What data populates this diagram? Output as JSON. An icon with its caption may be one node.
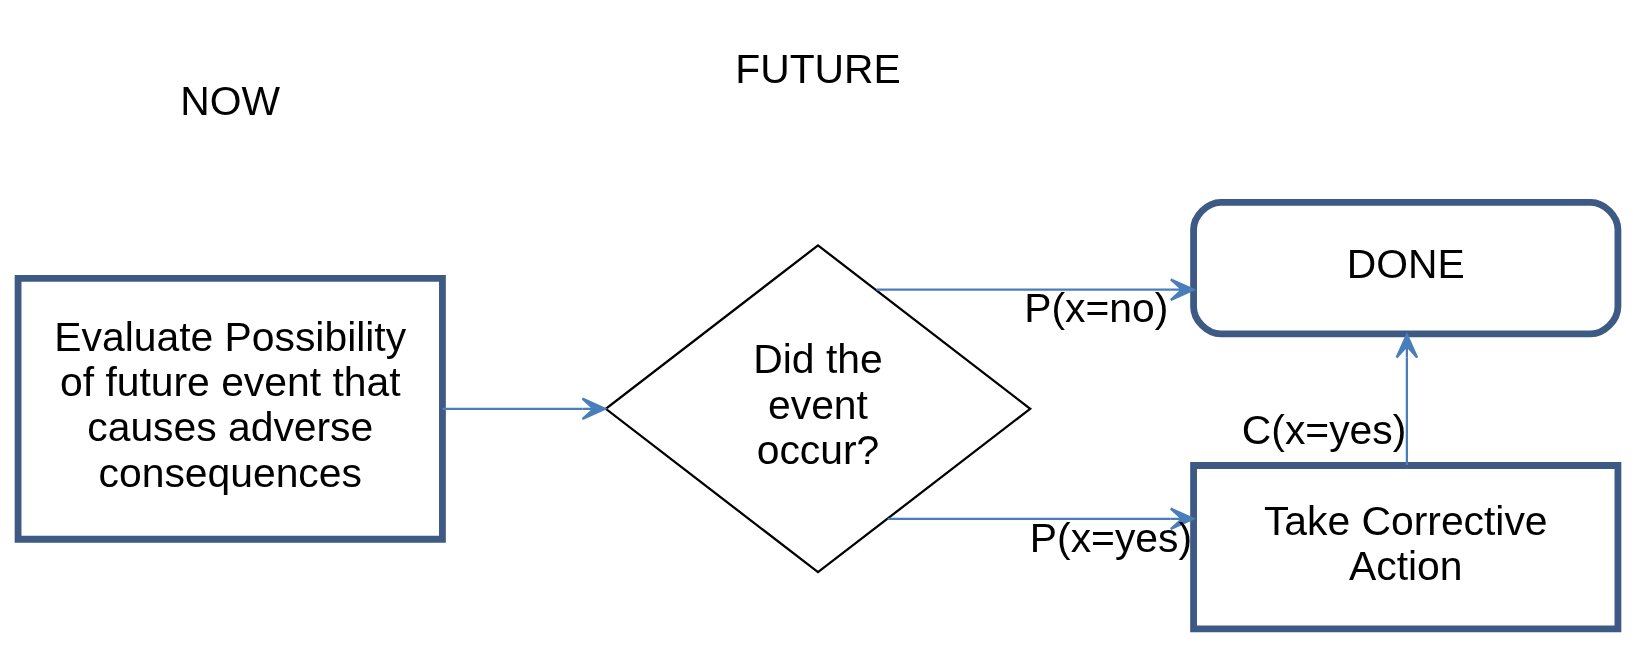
{
  "diagram": {
    "nodes": [
      {
        "text": [
          "Evaluate Possibility of future event that causes adverse consequences"
        ]
      },
      {
        "text": [
          "Did the event occur?"
        ]
      },
      {
        "text": [
          "DONE"
        ]
      },
      {
        "text": [
          "Take Corrective Action"
        ]
      }
    ],
    "edges": [
      {
        "from": 0,
        "to": 1,
        "arrow": "to"
      },
      {
        "from": 1,
        "to": 2,
        "arrow": "to",
        "label": "P(x=no)"
      },
      {
        "from": 1,
        "to": 3,
        "arrow": "to",
        "label": "P(x=yes)"
      },
      {
        "from": 3,
        "to": 2,
        "arrow": "to",
        "label": "C(x=yes)"
      }
    ],
    "labels": [
      "NOW",
      "FUTURE"
    ]
  }
}
